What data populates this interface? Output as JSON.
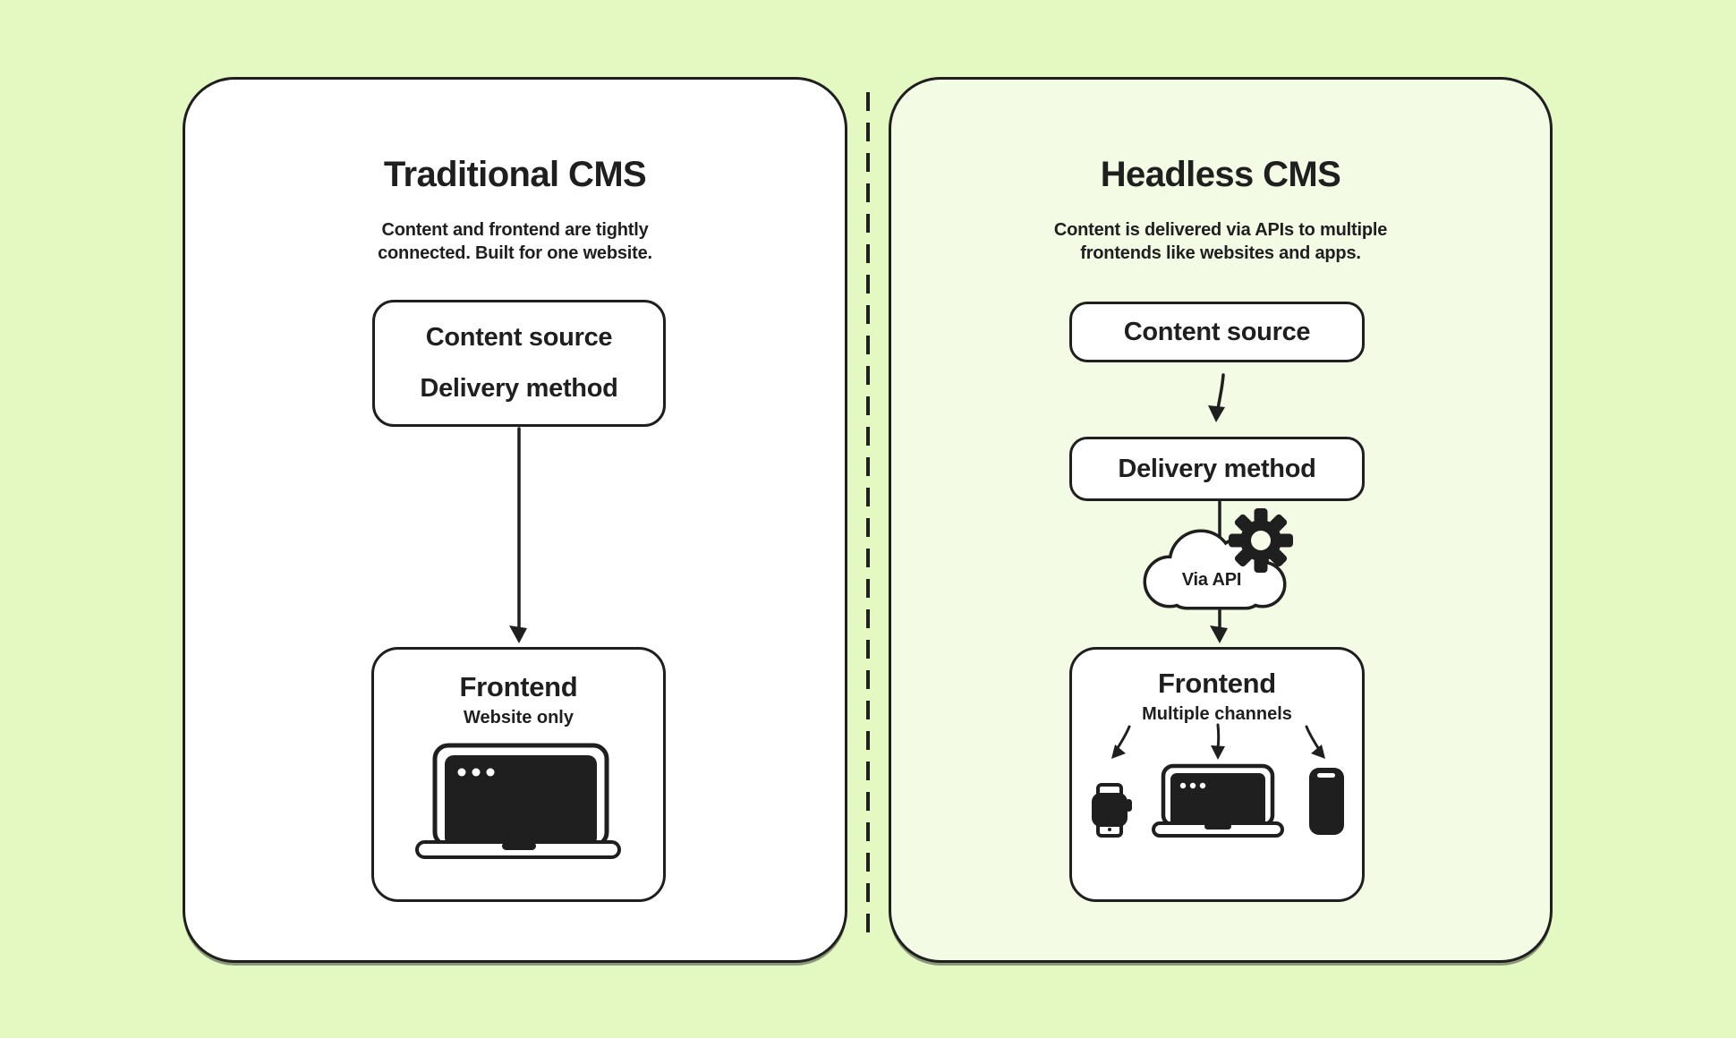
{
  "diagram": {
    "left_panel": {
      "title": "Traditional CMS",
      "subtitle_line1": "Content and frontend are tightly",
      "subtitle_line2": "connected. Built for one website.",
      "stack_box": {
        "content_source_label": "Content source",
        "delivery_method_label": "Delivery method"
      },
      "frontend_box": {
        "title": "Frontend",
        "subtitle": "Website only",
        "icon": "laptop-icon"
      }
    },
    "right_panel": {
      "title": "Headless CMS",
      "subtitle_line1": "Content is delivered via APIs to multiple",
      "subtitle_line2": "frontends like websites and apps.",
      "content_source_box": {
        "label": "Content source"
      },
      "delivery_method_box": {
        "label": "Delivery method"
      },
      "api_cloud": {
        "label": "Via API",
        "icons": [
          "cloud-icon",
          "gear-icon"
        ]
      },
      "frontend_box": {
        "title": "Frontend",
        "subtitle": "Multiple channels",
        "icons": [
          "smartwatch-icon",
          "laptop-icon",
          "smartphone-icon"
        ]
      }
    },
    "colors": {
      "page_background": "#e4f8c2",
      "left_panel_background": "#ffffff",
      "right_panel_background": "#f3fbe4",
      "ink": "#1f1f1f"
    }
  }
}
